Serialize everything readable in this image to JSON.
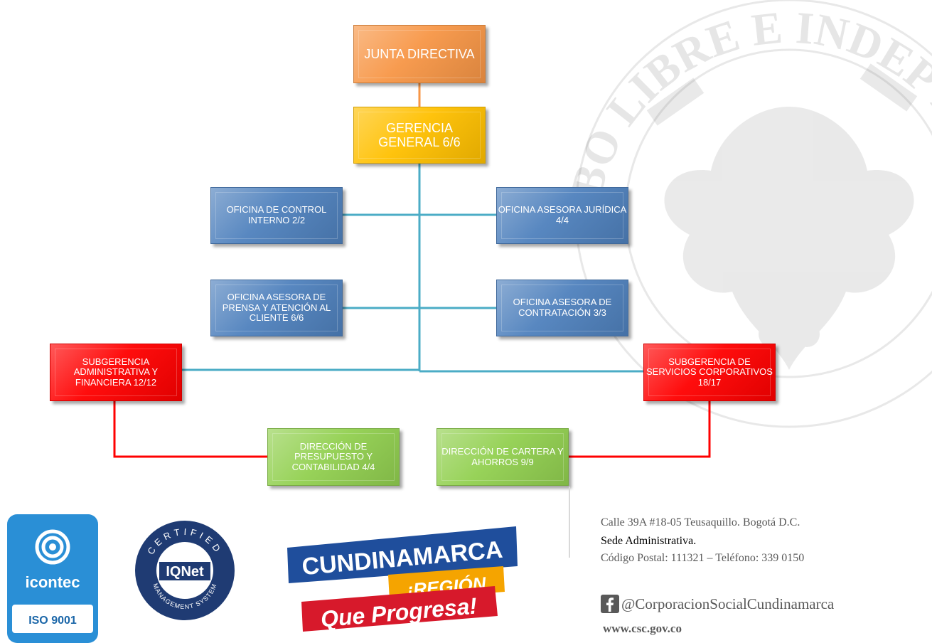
{
  "org_chart": {
    "junta": "JUNTA DIRECTIVA",
    "gerencia": "GERENCIA GENERAL 6/6",
    "control_interno": "OFICINA DE CONTROL INTERNO 2/2",
    "juridica": "OFICINA ASESORA JURÍDICA 4/4",
    "prensa": "OFICINA ASESORA DE PRENSA Y ATENCIÓN AL CLIENTE 6/6",
    "contratacion": "OFICINA ASESORA DE CONTRATACIÓN 3/3",
    "sub_admin": "SUBGERENCIA ADMINISTRATIVA Y FINANCIERA 12/12",
    "sub_servicios": "SUBGERENCIA DE SERVICIOS CORPORATIVOS 18/17",
    "presupuesto": "DIRECCIÓN DE PRESUPUESTO Y CONTABILIDAD 4/4",
    "cartera": "DIRECCIÓN DE CARTERA Y AHORROS 9/9"
  },
  "colors": {
    "orange": "#f79646",
    "yellow": "#ffc000",
    "blue": "#4f81bd",
    "red": "#ff0000",
    "green": "#92d050",
    "connector_blue": "#4bacc6"
  },
  "watermark": {
    "text": "OBO LIBRE E INDEP DE CUNDINA",
    "icon": "eagle-seal-icon"
  },
  "logos": {
    "icontec_name": "icontec",
    "icontec_iso": "ISO 9001",
    "iqnet_certified": "CERTIFIED",
    "iqnet_name": "IQNet",
    "iqnet_system": "MANAGEMENT SYSTEM",
    "cund_name": "CUNDINAMARCA",
    "cund_region": "¡REGIÓN",
    "cund_slogan": "Que Progresa!"
  },
  "footer": {
    "address": "Calle 39A #18-05 Teusaquillo. Bogotá D.C.",
    "sede_label": "Sede Administrativa",
    "sede_dot": ".",
    "postal": "Código Postal: 111321 – Teléfono: 339 0150",
    "facebook": "@CorporacionSocialCundinamarca",
    "website": "www.csc.gov.co",
    "facebook_icon": "facebook-icon"
  }
}
